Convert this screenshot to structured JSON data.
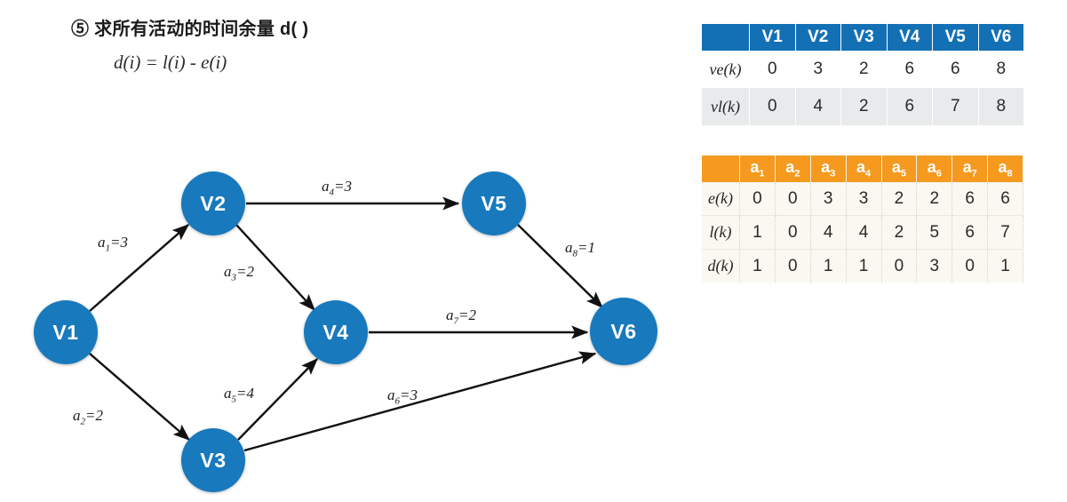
{
  "heading": "⑤ 求所有活动的时间余量 d( )",
  "formula": "d(i) = l(i) - e(i)",
  "colors": {
    "node_blue": "#1879bd",
    "table1_header_blue": "#1370b5",
    "table2_header_orange": "#F59A1E",
    "table2_body": "#faf8f0",
    "edge_black": "#111111"
  },
  "graph": {
    "nodes": [
      {
        "id": "v1",
        "label": "V1"
      },
      {
        "id": "v2",
        "label": "V2"
      },
      {
        "id": "v3",
        "label": "V3"
      },
      {
        "id": "v4",
        "label": "V4"
      },
      {
        "id": "v5",
        "label": "V5"
      },
      {
        "id": "v6",
        "label": "V6"
      }
    ],
    "edges": [
      {
        "id": "a1",
        "from": "V1",
        "to": "V2",
        "name": "a",
        "sub": "1",
        "weight": "3",
        "label": "a1=3"
      },
      {
        "id": "a2",
        "from": "V1",
        "to": "V3",
        "name": "a",
        "sub": "2",
        "weight": "2",
        "label": "a2=2"
      },
      {
        "id": "a3",
        "from": "V2",
        "to": "V4",
        "name": "a",
        "sub": "3",
        "weight": "2",
        "label": "a3=2"
      },
      {
        "id": "a4",
        "from": "V2",
        "to": "V5",
        "name": "a",
        "sub": "4",
        "weight": "3",
        "label": "a4=3"
      },
      {
        "id": "a5",
        "from": "V3",
        "to": "V4",
        "name": "a",
        "sub": "5",
        "weight": "4",
        "label": "a5=4"
      },
      {
        "id": "a6",
        "from": "V3",
        "to": "V6",
        "name": "a",
        "sub": "6",
        "weight": "3",
        "label": "a6=3"
      },
      {
        "id": "a7",
        "from": "V4",
        "to": "V6",
        "name": "a",
        "sub": "7",
        "weight": "2",
        "label": "a7=2"
      },
      {
        "id": "a8",
        "from": "V5",
        "to": "V6",
        "name": "a",
        "sub": "8",
        "weight": "1",
        "label": "a8=1"
      }
    ]
  },
  "table_ve": {
    "corner": "",
    "columns": [
      "V1",
      "V2",
      "V3",
      "V4",
      "V5",
      "V6"
    ],
    "rows": [
      {
        "header": "ve(k)",
        "values": [
          "0",
          "3",
          "2",
          "6",
          "6",
          "8"
        ]
      },
      {
        "header": "vl(k)",
        "values": [
          "0",
          "4",
          "2",
          "6",
          "7",
          "8"
        ]
      }
    ]
  },
  "table_eld": {
    "corner": "",
    "columns": [
      {
        "name": "a",
        "sub": "1"
      },
      {
        "name": "a",
        "sub": "2"
      },
      {
        "name": "a",
        "sub": "3"
      },
      {
        "name": "a",
        "sub": "4"
      },
      {
        "name": "a",
        "sub": "5"
      },
      {
        "name": "a",
        "sub": "6"
      },
      {
        "name": "a",
        "sub": "7"
      },
      {
        "name": "a",
        "sub": "8"
      }
    ],
    "rows": [
      {
        "header": "e(k)",
        "values": [
          "0",
          "0",
          "3",
          "3",
          "2",
          "2",
          "6",
          "6"
        ]
      },
      {
        "header": "l(k)",
        "values": [
          "1",
          "0",
          "4",
          "4",
          "2",
          "5",
          "6",
          "7"
        ]
      },
      {
        "header": "d(k)",
        "values": [
          "1",
          "0",
          "1",
          "1",
          "0",
          "3",
          "0",
          "1"
        ]
      }
    ]
  }
}
